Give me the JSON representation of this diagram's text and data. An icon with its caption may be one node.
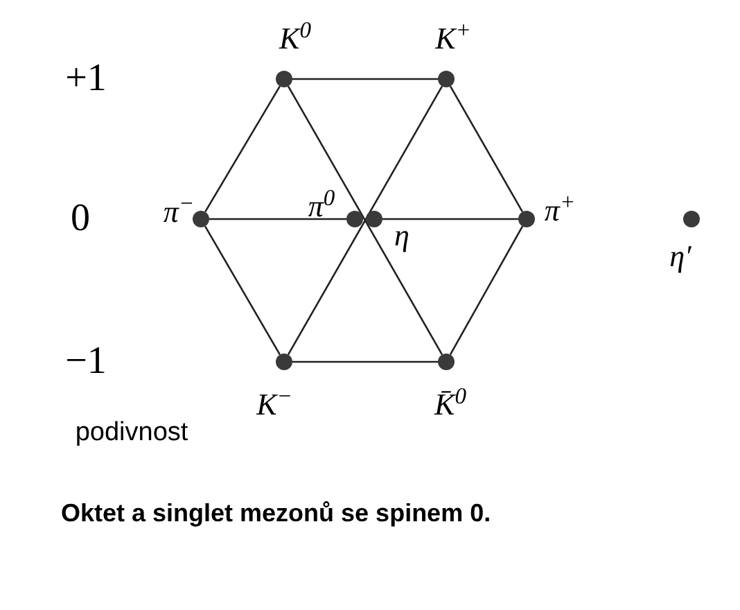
{
  "diagram": {
    "caption": "Oktet a singlet mezonů se spinem 0.",
    "nodes": [
      {
        "text": [
          "K$^{0}$"
        ]
      },
      {
        "text": [
          "K$^{+}$"
        ]
      },
      {
        "text": [
          "π$^{−}$"
        ]
      },
      {
        "text": [
          "π$^{0}$"
        ]
      },
      {
        "text": [
          "η"
        ]
      },
      {
        "text": [
          "π$^{+}$"
        ]
      },
      {
        "text": [
          "K$^{−}$"
        ]
      },
      {
        "text": [
          "K̄$^{0}$"
        ]
      },
      {
        "text": [
          "η′"
        ]
      }
    ],
    "edges": [
      {
        "from": 0,
        "to": 1,
        "arrow": "none"
      },
      {
        "from": 0,
        "to": 2,
        "arrow": "none"
      },
      {
        "from": 1,
        "to": 5,
        "arrow": "none"
      },
      {
        "from": 2,
        "to": 6,
        "arrow": "none"
      },
      {
        "from": 5,
        "to": 7,
        "arrow": "none"
      },
      {
        "from": 6,
        "to": 7,
        "arrow": "none"
      },
      {
        "from": 2,
        "to": 3,
        "arrow": "none"
      },
      {
        "from": 4,
        "to": 5,
        "arrow": "none"
      },
      {
        "from": 0,
        "to": 7,
        "arrow": "none"
      },
      {
        "from": 1,
        "to": 6,
        "arrow": "none"
      }
    ],
    "labels": [
      "+1",
      "0",
      "−1",
      "podivnost"
    ]
  }
}
